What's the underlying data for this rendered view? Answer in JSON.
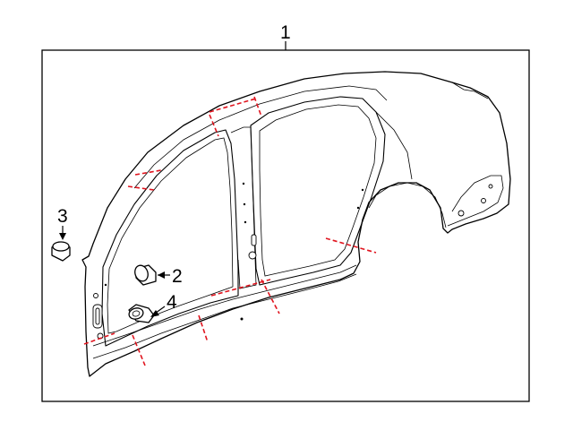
{
  "callouts": {
    "assembly": "1",
    "plug_small": "2",
    "plug_left": "3",
    "plug_oval": "4"
  },
  "colors": {
    "line": "#000000",
    "cut_line": "#e0141e",
    "background": "#ffffff"
  }
}
